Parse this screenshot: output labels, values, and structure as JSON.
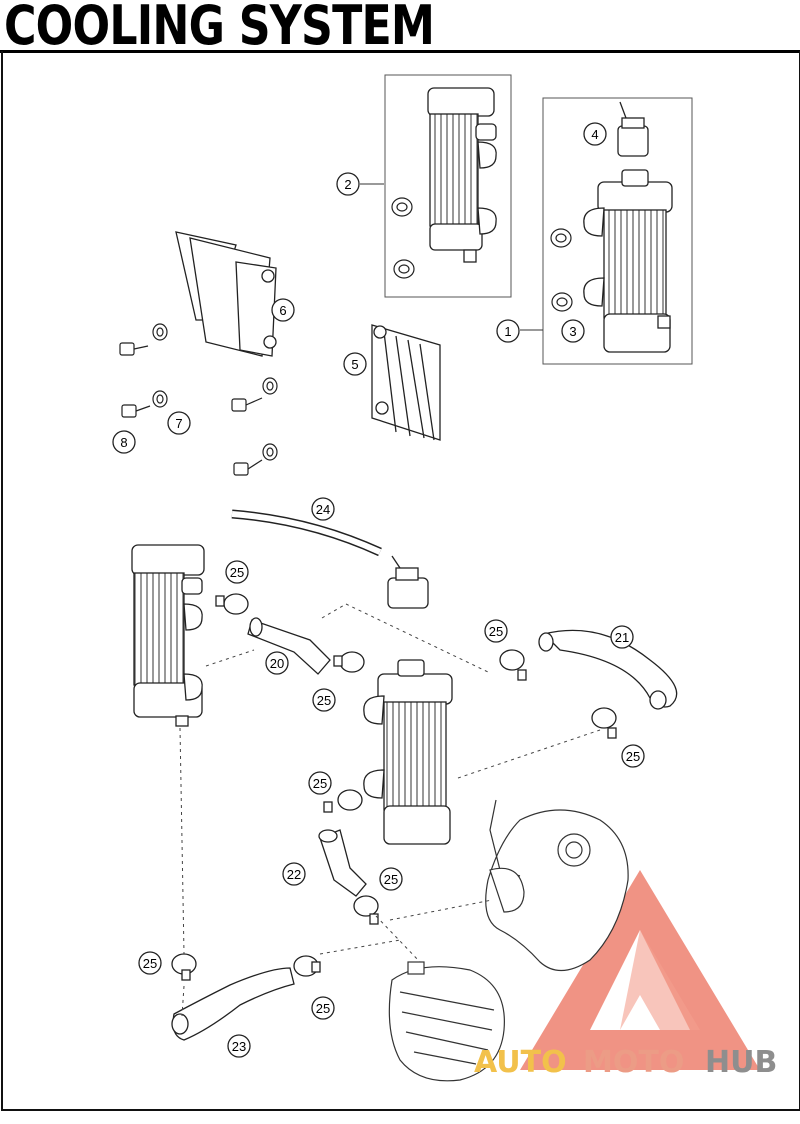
{
  "page": {
    "title": "COOLING SYSTEM"
  },
  "callouts": [
    "1",
    "2",
    "3",
    "4",
    "5",
    "6",
    "7",
    "8",
    "20",
    "21",
    "22",
    "23",
    "24",
    "25"
  ],
  "watermark": {
    "part1": "AUTO",
    "part2": "MOTO",
    "part3": "HUB",
    "colors": {
      "auto": "#f2c14b",
      "moto": "#ec9c86",
      "hub": "#8e8e8e",
      "triangle": "#e8553f"
    }
  }
}
